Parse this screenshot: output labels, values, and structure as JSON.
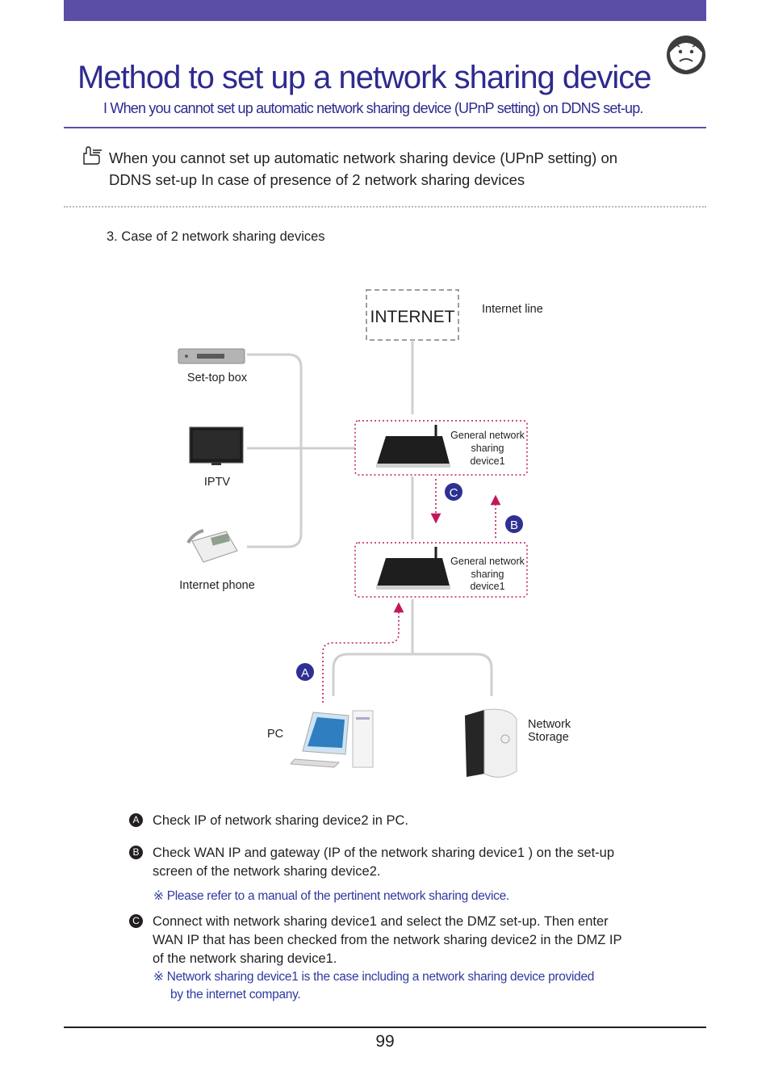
{
  "header": {
    "title": "Method to set up a network sharing device",
    "subtitle": "I  When you cannot set up automatic network sharing device (UPnP setting) on DDNS set-up."
  },
  "section": {
    "heading_line1": "When you cannot set up automatic network sharing device (UPnP setting) on",
    "heading_line2": "DDNS set-up In case of presence of 2 network sharing devices"
  },
  "case_label": "3. Case of 2 network sharing devices",
  "diagram": {
    "internet": "INTERNET",
    "internet_line": "Internet line",
    "settop": "Set-top box",
    "iptv": "IPTV",
    "phone": "Internet phone",
    "router1": [
      "General network",
      "sharing",
      "device1"
    ],
    "router2": [
      "General network",
      "sharing",
      "device1"
    ],
    "pc": "PC",
    "storage": [
      "Network",
      "Storage"
    ],
    "badges": {
      "a": "A",
      "b": "B",
      "c": "C"
    }
  },
  "steps": [
    {
      "badge": "A",
      "lines": [
        "Check IP of network sharing device2 in PC."
      ]
    },
    {
      "badge": "B",
      "lines": [
        "Check WAN IP and gateway (IP of the network sharing device1 ) on the set-up",
        "screen of the network sharing device2."
      ],
      "note": [
        "※  Please refer to a manual of the pertinent network sharing device."
      ]
    },
    {
      "badge": "C",
      "lines": [
        "Connect with network sharing device1 and select the DMZ set-up. Then enter",
        "WAN IP that has been checked from the network sharing device2 in the DMZ IP",
        "of the network sharing device1."
      ],
      "note": [
        "※  Network sharing device1 is the case including a network sharing device provided",
        "by the internet company."
      ]
    }
  ],
  "page_number": "99",
  "colors": {
    "brand": "#5b4ea6",
    "title": "#2e2a8f",
    "note": "#2e3a9f",
    "badge": "#2e3192",
    "dotted_arrow": "#c2185b"
  }
}
